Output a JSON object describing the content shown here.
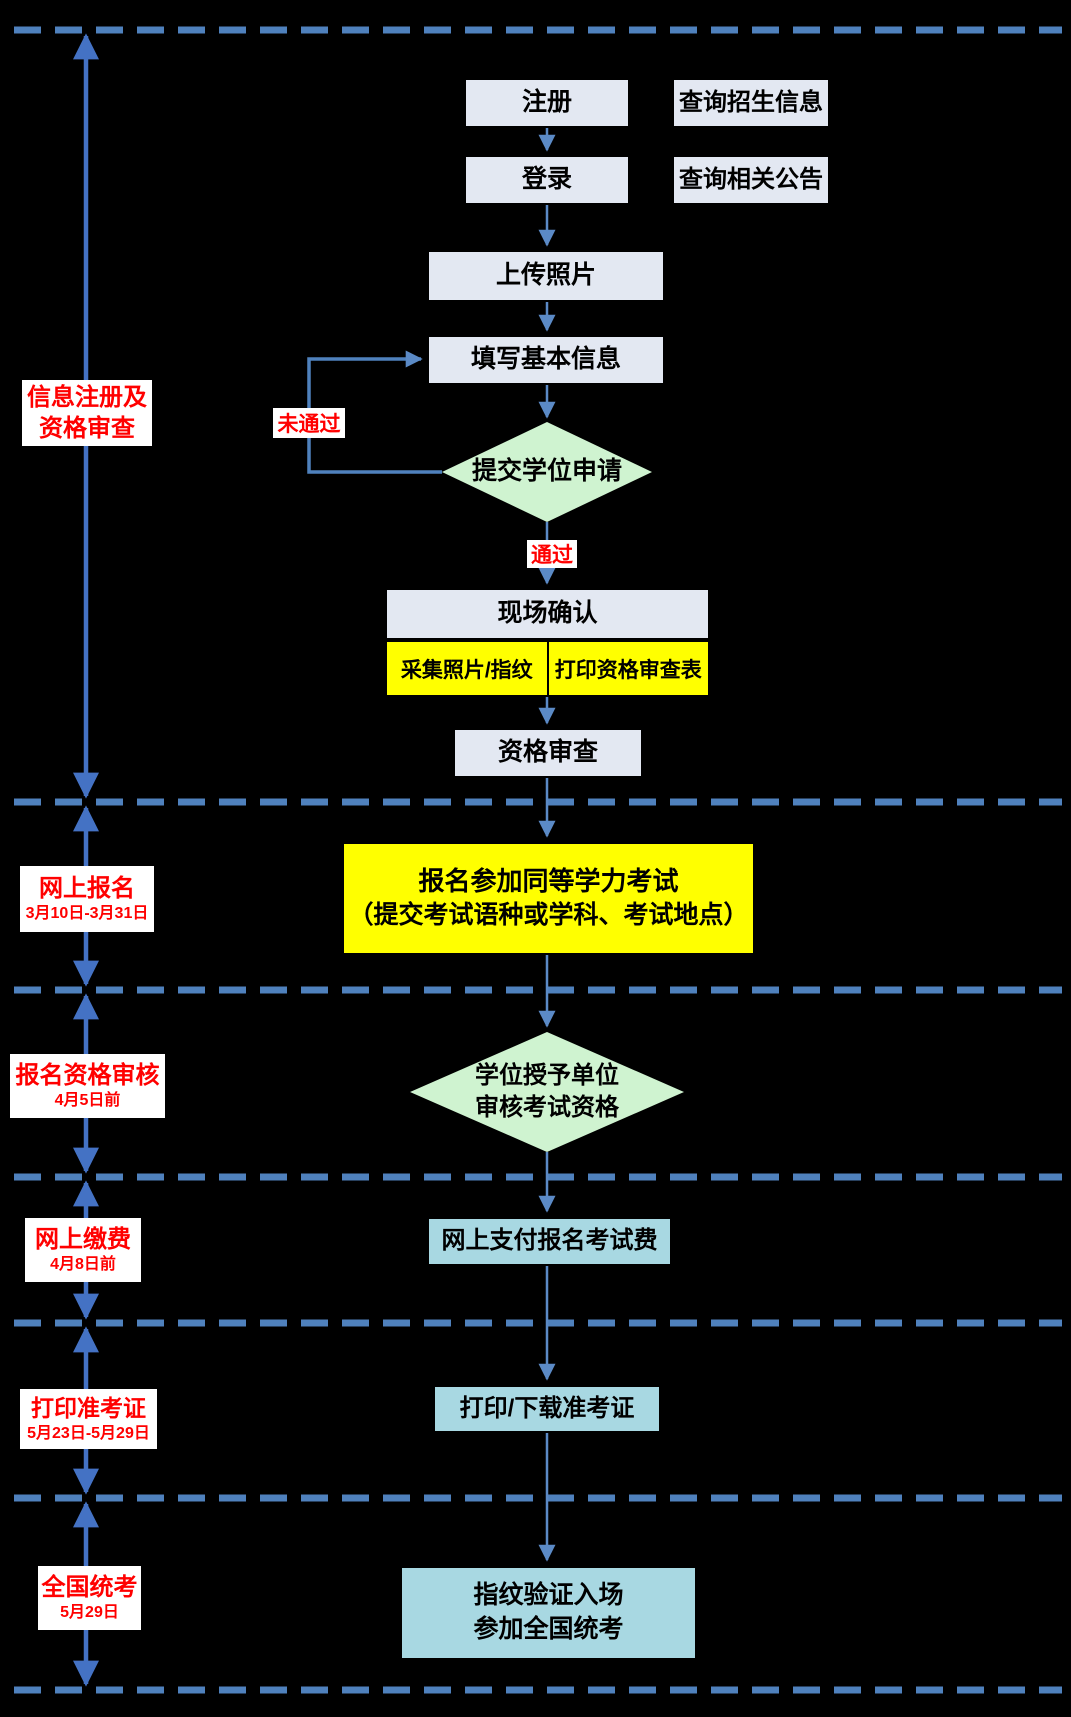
{
  "flowchart": {
    "sections": [
      {
        "name_lines": [
          "信息注册及",
          "资格审查"
        ],
        "date": ""
      },
      {
        "name_lines": [
          "网上报名"
        ],
        "date": "3月10日-3月31日"
      },
      {
        "name_lines": [
          "报名资格审核"
        ],
        "date": "4月5日前"
      },
      {
        "name_lines": [
          "网上缴费"
        ],
        "date": "4月8日前"
      },
      {
        "name_lines": [
          "打印准考证"
        ],
        "date": "5月23日-5月29日"
      },
      {
        "name_lines": [
          "全国统考"
        ],
        "date": "5月29日"
      }
    ],
    "nodes": {
      "register": "注册",
      "query_admission_info": "查询招生信息",
      "login": "登录",
      "query_announcements": "查询相关公告",
      "upload_photo": "上传照片",
      "fill_basic_info": "填写基本信息",
      "submit_degree_application": "提交学位申请",
      "onsite_confirmation": "现场确认",
      "collect_photo_fingerprint": "采集照片/指纹",
      "print_qualification_form": "打印资格审查表",
      "qualification_review": "资格审查",
      "exam_registration_line1": "报名参加同等学力考试",
      "exam_registration_line2": "（提交考试语种或学科、考试地点）",
      "degree_unit_review_line1": "学位授予单位",
      "degree_unit_review_line2": "审核考试资格",
      "pay_exam_fee": "网上支付报名考试费",
      "print_admission_ticket": "打印/下载准考证",
      "final_exam_line1": "指纹验证入场",
      "final_exam_line2": "参加全国统考"
    },
    "edge_labels": {
      "not_passed": "未通过",
      "passed": "通过"
    },
    "colors": {
      "background": "#000000",
      "dashed_divider": "#4f81bd",
      "timeline_arrow": "#4472c4",
      "flow_arrow": "#5b8ac6",
      "process_box_fill": "#e3e8f2",
      "decision_fill": "#cff3d0",
      "highlight_yellow": "#ffff00",
      "teal_fill": "#a8d8e2",
      "label_text": "#ff0000",
      "label_background": "#ffffff"
    }
  }
}
